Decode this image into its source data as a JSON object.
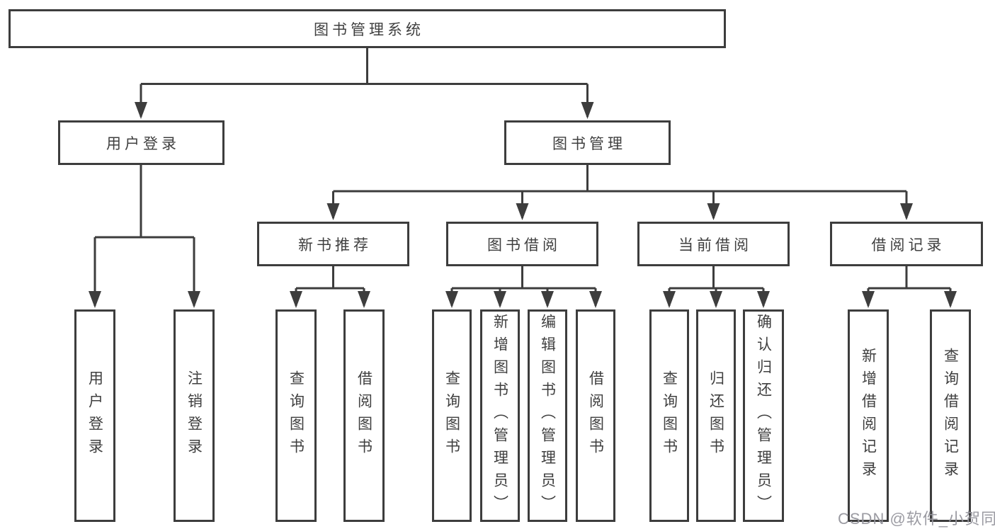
{
  "diagram": {
    "root": {
      "label": "图书管理系统"
    },
    "branches": [
      {
        "label": "用户登录",
        "children": [
          {
            "label": "用户登录"
          },
          {
            "label": "注销登录"
          }
        ]
      },
      {
        "label": "图书管理",
        "children": [
          {
            "label": "新书推荐",
            "children": [
              {
                "label": "查询图书"
              },
              {
                "label": "借阅图书"
              }
            ]
          },
          {
            "label": "图书借阅",
            "children": [
              {
                "label": "查询图书"
              },
              {
                "label": "新增图书（管理员）"
              },
              {
                "label": "编辑图书（管理员）"
              },
              {
                "label": "借阅图书"
              }
            ]
          },
          {
            "label": "当前借阅",
            "children": [
              {
                "label": "查询图书"
              },
              {
                "label": "归还图书"
              },
              {
                "label": "确认归还（管理员）"
              }
            ]
          },
          {
            "label": "借阅记录",
            "children": [
              {
                "label": "新增借阅记录"
              },
              {
                "label": "查询借阅记录"
              }
            ]
          }
        ]
      }
    ]
  },
  "watermark": {
    "text": "CSDN @软件_小贺同学"
  },
  "colors": {
    "line": "#3d3d3d",
    "text": "#3f3f3f",
    "background": "#ffffff",
    "watermark": "#96969e"
  }
}
